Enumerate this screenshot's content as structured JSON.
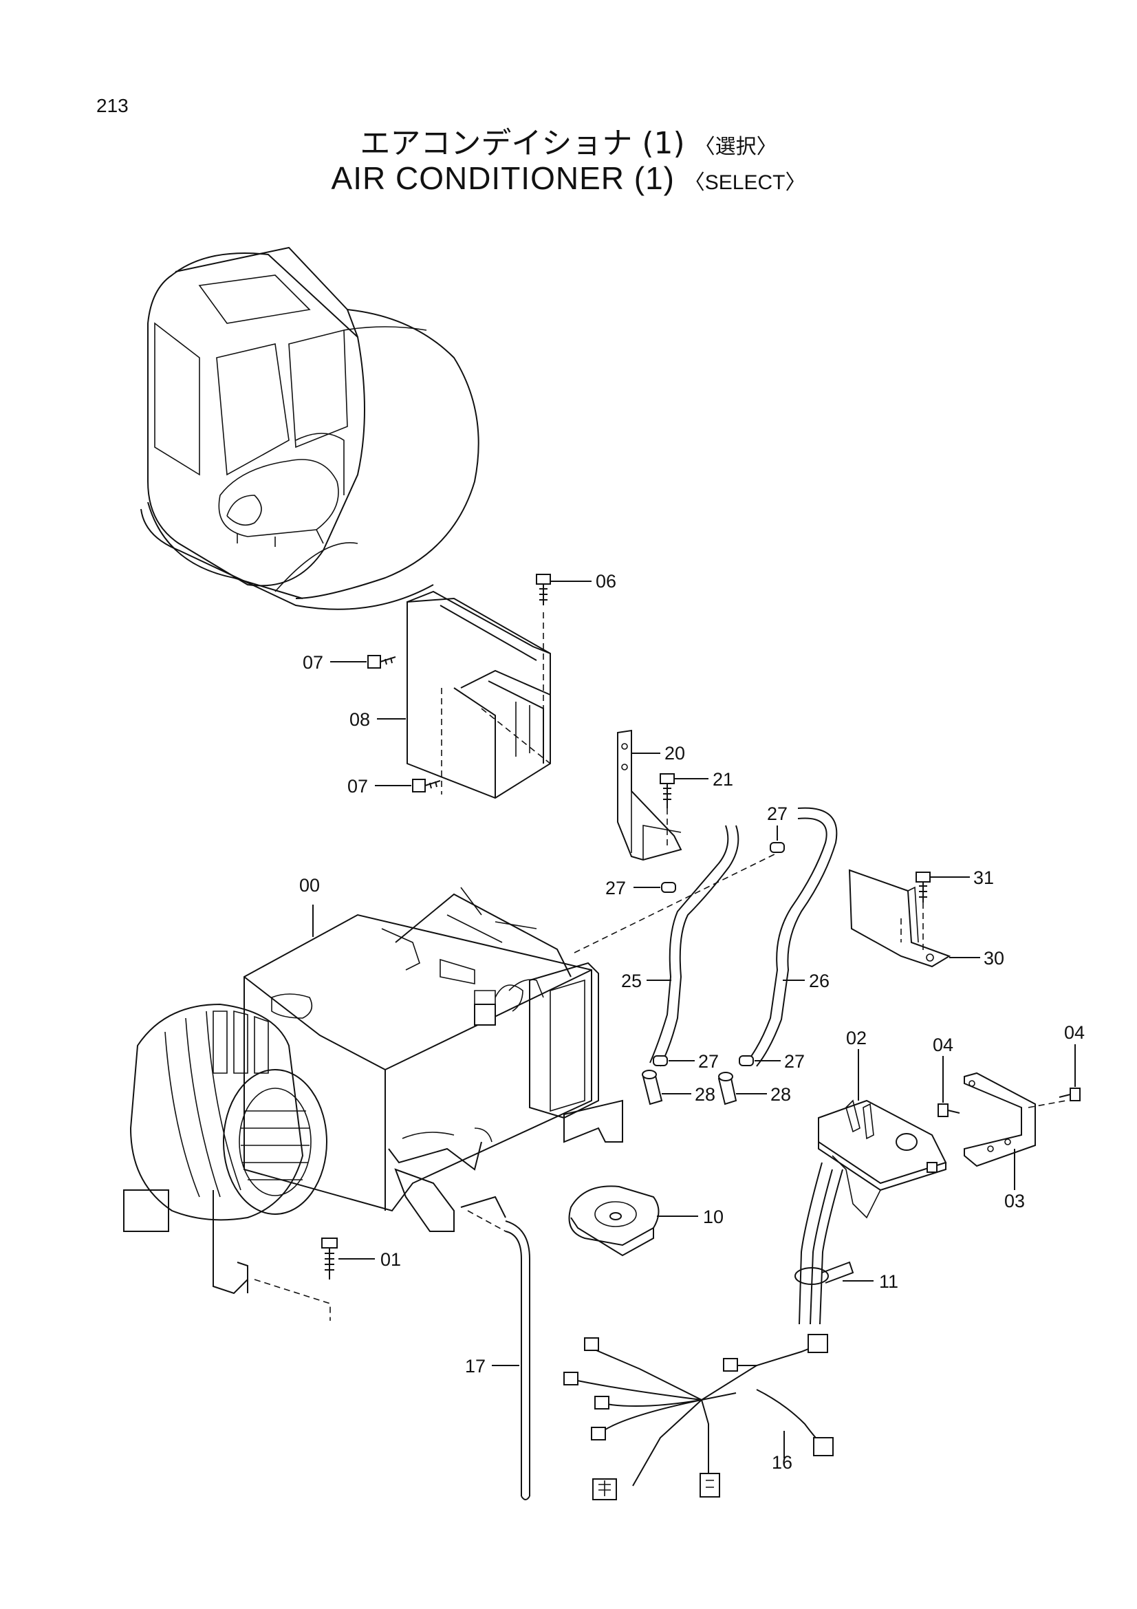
{
  "page_number": "213",
  "title_jp": {
    "main": "エアコンデイショナ (1)",
    "tag": "〈選択〉"
  },
  "title_en": {
    "main": "AIR CONDITIONER (1)",
    "tag": "〈SELECT〉"
  },
  "callouts": {
    "c00": "00",
    "c01": "01",
    "c02": "02",
    "c03": "03",
    "c04a": "04",
    "c04b": "04",
    "c06": "06",
    "c07a": "07",
    "c07b": "07",
    "c08": "08",
    "c10": "10",
    "c11": "11",
    "c16": "16",
    "c17": "17",
    "c20": "20",
    "c21": "21",
    "c25": "25",
    "c26": "26",
    "c27a": "27",
    "c27b": "27",
    "c27c": "27",
    "c27d": "27",
    "c28a": "28",
    "c28b": "28",
    "c30": "30",
    "c31": "31"
  }
}
